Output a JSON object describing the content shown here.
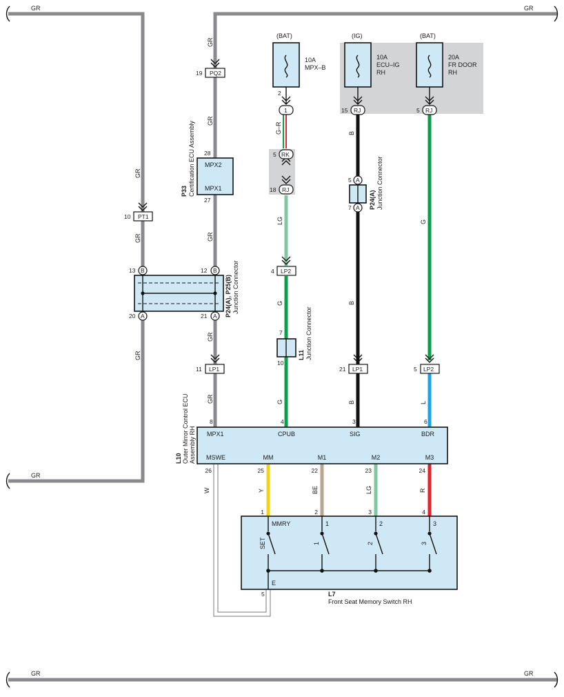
{
  "wire_colors": {
    "GR": "#8a8a8e",
    "G": "#0aa04a",
    "LG": "#7fc9a0",
    "B": "#111111",
    "L": "#1ba4e6",
    "Y": "#f3d21a",
    "BE": "#b9a690",
    "R": "#e3242b",
    "W": "#ffffff",
    "G-R": "#0aa04a"
  },
  "wire_labels": {
    "gr": "GR",
    "g": "G",
    "lg": "LG",
    "b": "B",
    "l": "L",
    "y": "Y",
    "be": "BE",
    "r": "R",
    "w": "W",
    "g_r": "G–R"
  },
  "fuses": {
    "mpxb": {
      "source": "(BAT)",
      "rating": "10A",
      "name": "MPX–B",
      "pin": "2"
    },
    "ecuig": {
      "source": "(IG)",
      "rating": "10A",
      "name1": "ECU–IG",
      "name2": "RH"
    },
    "frdoor": {
      "source": "(BAT)",
      "rating": "20A",
      "name1": "FR DOOR",
      "name2": "RH"
    }
  },
  "connectors": {
    "pq2": {
      "id": "PQ2",
      "pin": "19"
    },
    "pt1": {
      "id": "PT1",
      "pin": "10"
    },
    "lp2_left": {
      "id": "LP2",
      "pin": "4"
    },
    "lp1_a": {
      "id": "LP1",
      "pin": "11"
    },
    "lp1_b": {
      "id": "LP1",
      "pin": "21"
    },
    "lp2_right": {
      "id": "LP2",
      "pin": "5"
    },
    "one": {
      "id": "1"
    },
    "rk": {
      "id": "RK",
      "pin": "5"
    },
    "rj_a": {
      "id": "RJ",
      "pin": "18"
    },
    "rj_b": {
      "id": "RJ",
      "pin": "15"
    },
    "rj_c": {
      "id": "RJ",
      "pin": "5"
    }
  },
  "components": {
    "p33": {
      "code": "P33",
      "name": "Certification ECU Assembly",
      "term_top": "MPX2",
      "term_bottom": "MPX1",
      "pin_top": "28",
      "pin_bottom": "27"
    },
    "p24p25": {
      "code": "P24(A), P25(B)",
      "name": "Junction Connector",
      "pin_tl": "13",
      "pin_tr": "12",
      "pin_bl": "20",
      "pin_br": "21",
      "tag_b": "B",
      "tag_a": "A"
    },
    "p24a": {
      "code": "P24(A)",
      "name": "Junction Connector",
      "pin_top": "5",
      "pin_bottom": "7",
      "tag": "A"
    },
    "l11": {
      "code": "L11",
      "name": "Junction Connector",
      "pin_top": "7",
      "pin_bottom": "10"
    },
    "l10": {
      "code": "L10",
      "name1": "Outer Mirror Control ECU",
      "name2": "Assembly RH",
      "top_terms": [
        "MPX1",
        "CPUB",
        "SIG",
        "BDR"
      ],
      "top_pins": [
        "8",
        "4",
        "3",
        "6"
      ],
      "bottom_terms": [
        "MSWE",
        "MM",
        "M1",
        "M2",
        "M3"
      ],
      "bottom_pins": [
        "26",
        "25",
        "22",
        "23",
        "24"
      ]
    },
    "l7": {
      "code": "L7",
      "name": "Front Seat Memory Switch RH",
      "top_pins": [
        "1",
        "2",
        "3",
        "4"
      ],
      "switch_top_labels": [
        "MMRY",
        "1",
        "2",
        "3"
      ],
      "switch_side_labels": [
        "SET",
        "1",
        "2",
        "3"
      ],
      "ground_term": "E",
      "ground_pin": "5"
    }
  }
}
